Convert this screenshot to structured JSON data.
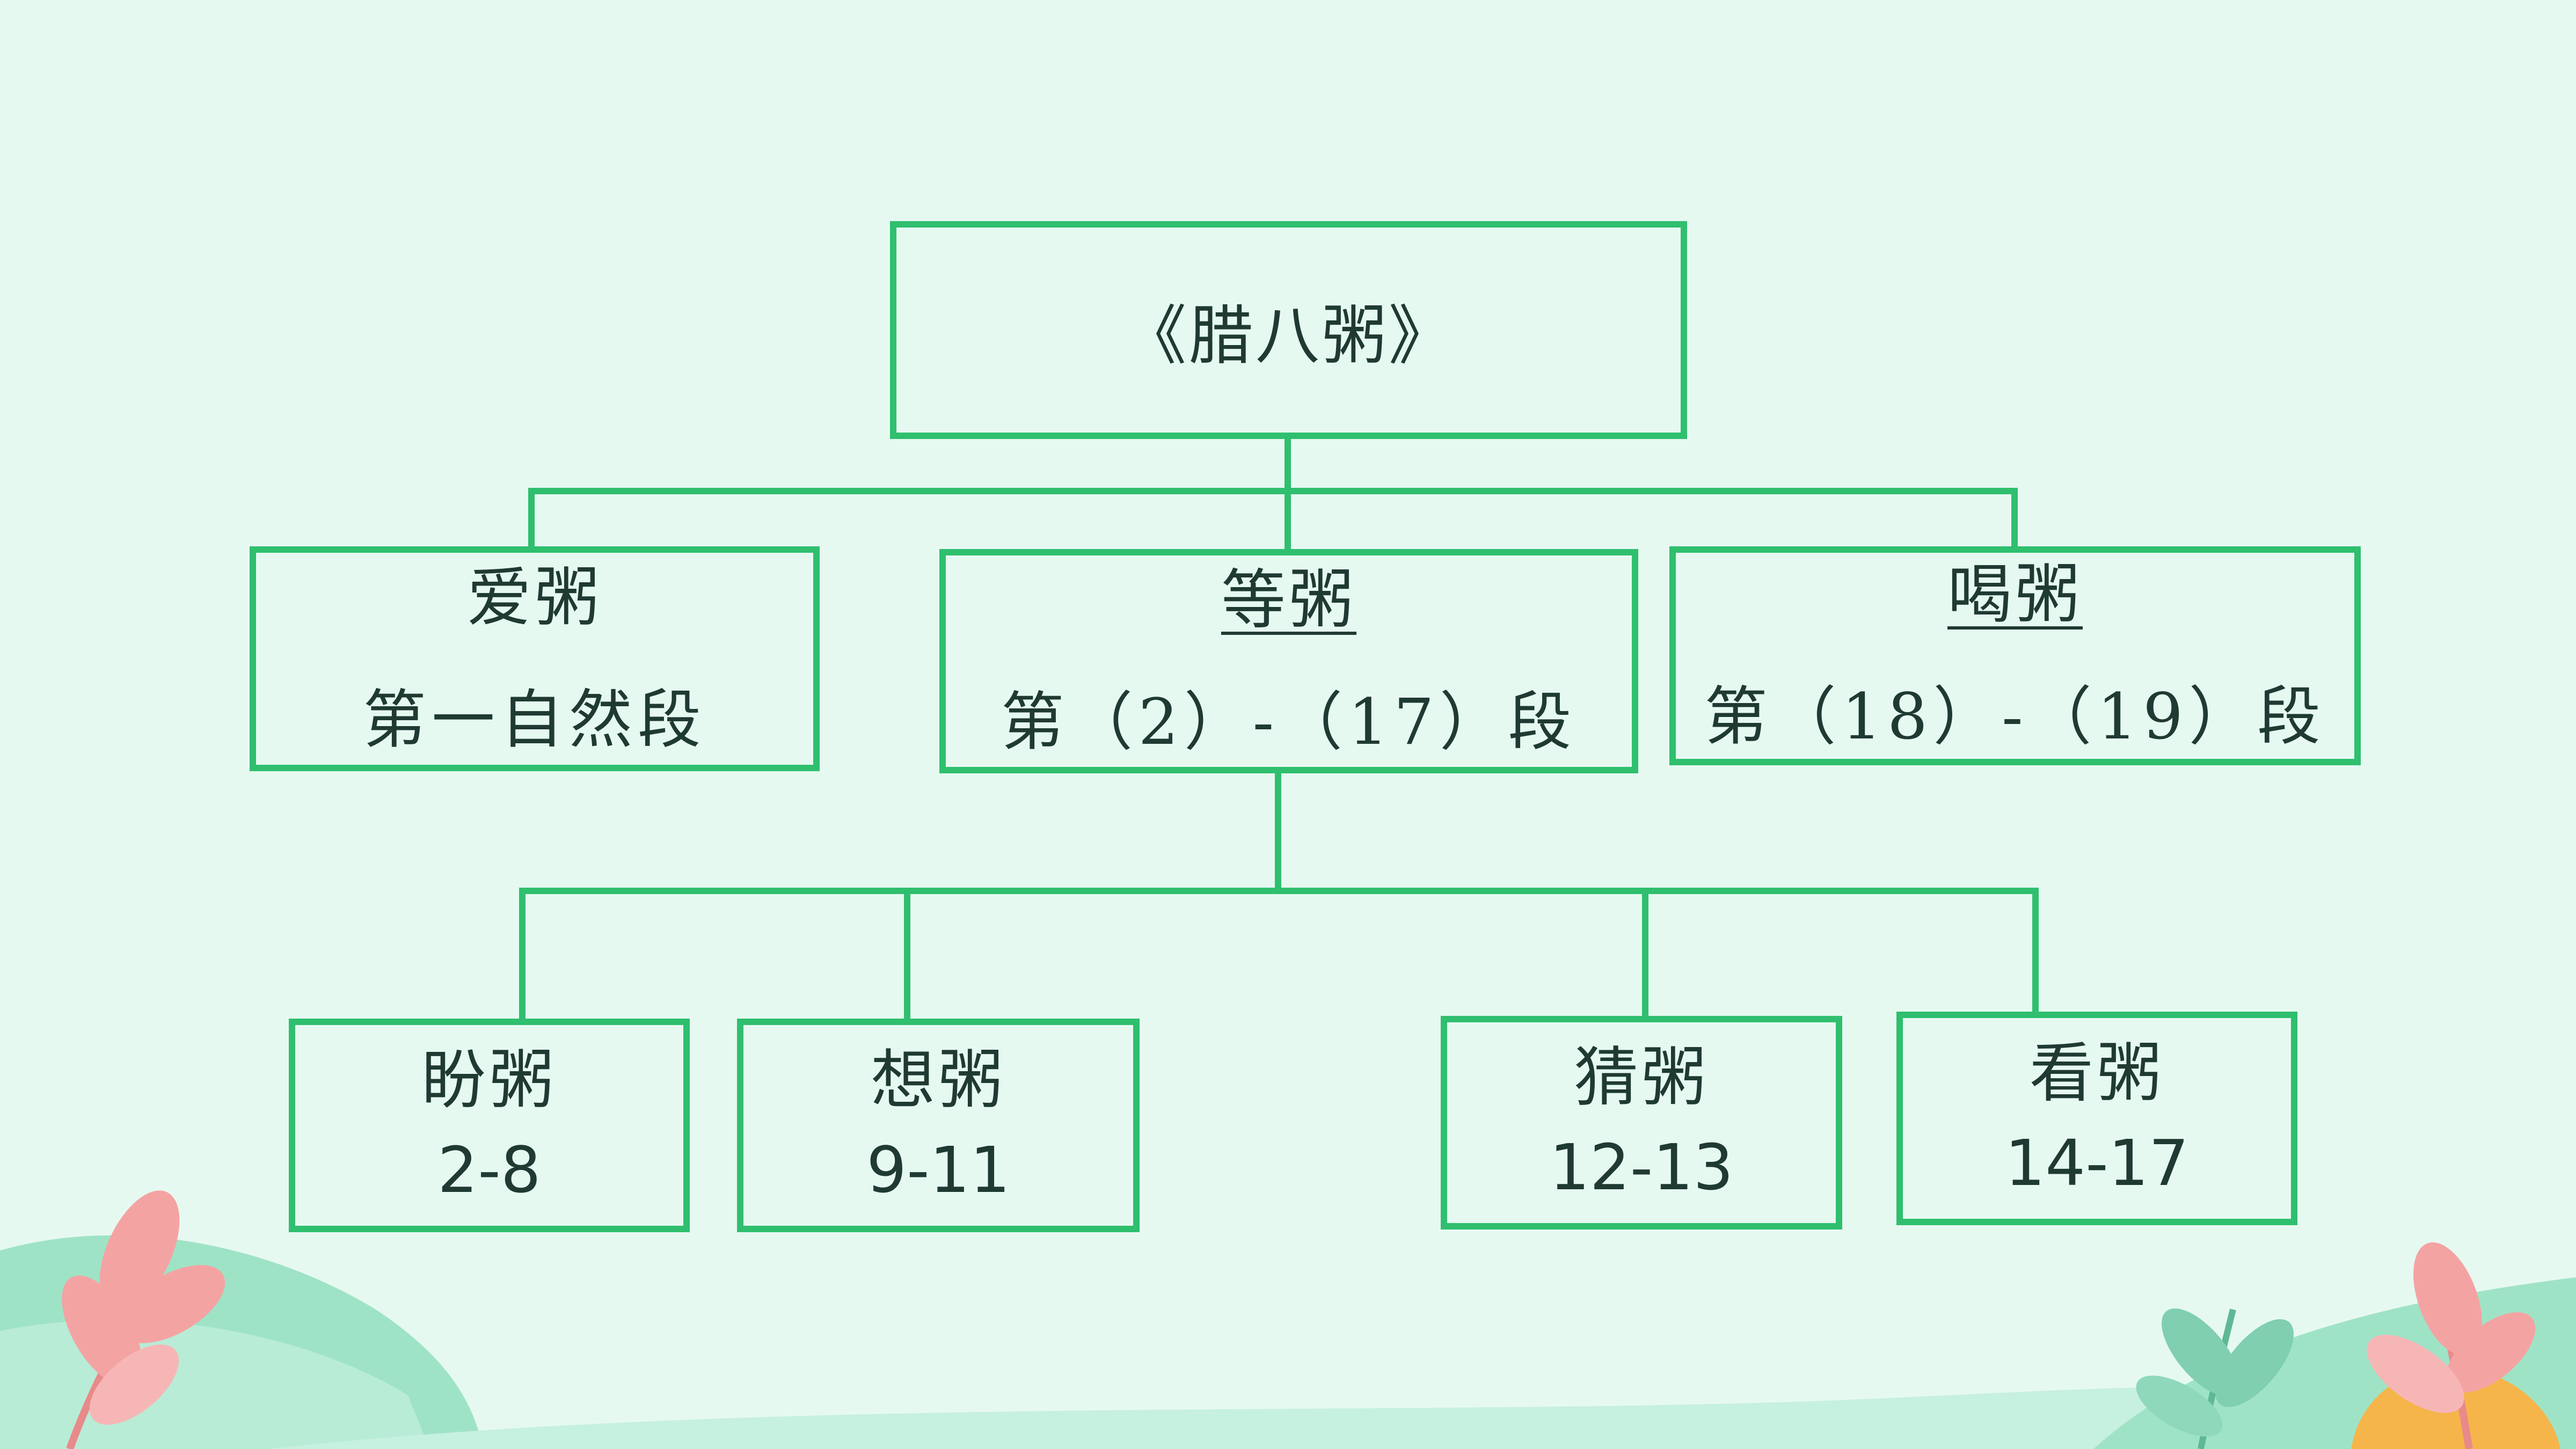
{
  "root": {
    "title": "《腊八粥》"
  },
  "sections": [
    {
      "name": "爱粥",
      "paragraphs": "第一自然段",
      "underlined": false
    },
    {
      "name": "等粥",
      "paragraphs": "第（2）-（17）段",
      "underlined": true
    },
    {
      "name": "喝粥",
      "paragraphs": "第（18）-（19）段",
      "underlined": true
    }
  ],
  "subsections": [
    {
      "name": "盼粥",
      "range": "2-8"
    },
    {
      "name": "想粥",
      "range": "9-11"
    },
    {
      "name": "猜粥",
      "range": "12-13"
    },
    {
      "name": "看粥",
      "range": "14-17"
    }
  ],
  "colors": {
    "box_border": "#2fbf6e",
    "background": "#e6f9f1",
    "text": "#1f3a32",
    "leaf_pink": "#f4a3a3",
    "leaf_teal": "#7fcfb0",
    "hill": "#9fe3c6",
    "accent_orange": "#f5b54a"
  }
}
